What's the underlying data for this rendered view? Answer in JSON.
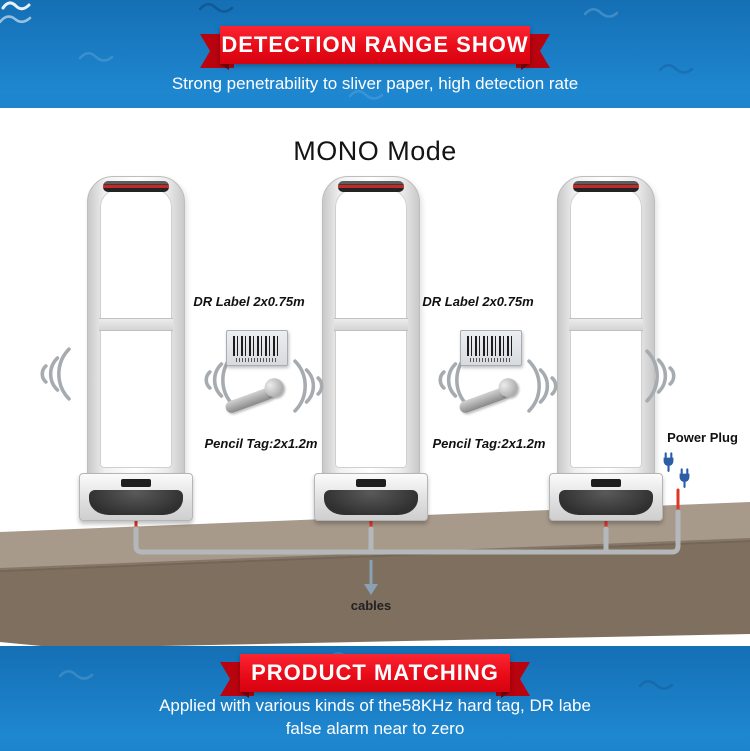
{
  "header": {
    "ribbon_title": "DETECTION RANGE SHOW",
    "subtitle": "Strong penetrability to sliver paper, high detection rate"
  },
  "diagram": {
    "mode_title": "MONO Mode",
    "gaps": [
      {
        "dr_label": "DR Label 2x0.75m",
        "pencil_tag": "Pencil Tag:2x1.2m"
      },
      {
        "dr_label": "DR Label 2x0.75m",
        "pencil_tag": "Pencil Tag:2x1.2m"
      }
    ],
    "power_plug_label": "Power Plug",
    "cables_label": "cables"
  },
  "footer": {
    "ribbon_title": "PRODUCT MATCHING",
    "line1": "Applied with various kinds of the58KHz hard tag, DR labe",
    "line2": "false alarm near to zero"
  },
  "icons": {
    "radio_wave": "radio-wave-icon (three concentric arcs)",
    "barcode": "barcode-label-icon",
    "pencil_tag": "pencil-tag-icon",
    "power_plug": "power-plug-icon",
    "down_arrow": "down-arrow-icon"
  },
  "colors": {
    "banner_blue": "#1e87d0",
    "ribbon_red": "#e90b18",
    "ribbon_red_dark": "#b9040f",
    "floor_top": "#a89a8b",
    "floor_front": "#7f6f5f",
    "cable_gray": "#b4b8bb",
    "wire_red": "#e2352a",
    "plug_blue": "#2b5ea7",
    "wave_gray": "#a6abb0",
    "led_red": "#c62828"
  }
}
